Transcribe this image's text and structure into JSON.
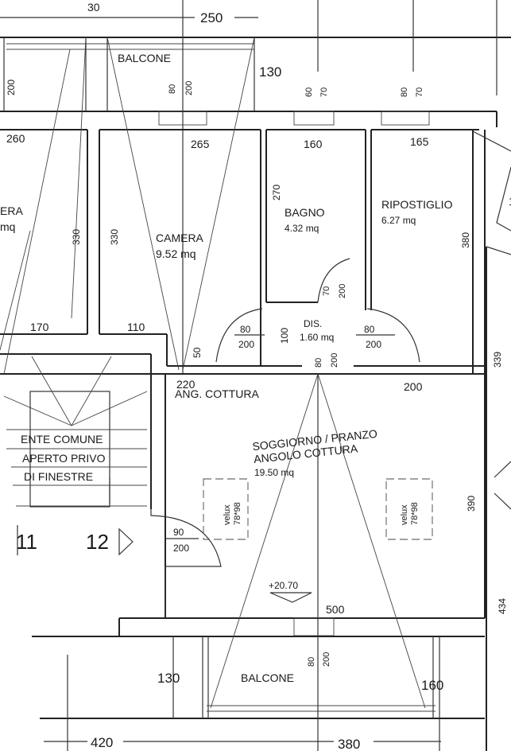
{
  "plan": {
    "ink_color": "#222222",
    "paper_color": "#ffffff",
    "rooms": {
      "balcone_top": "BALCONE",
      "camera_left_name": "ERA",
      "camera_left_area": "mq",
      "camera_name": "CAMERA",
      "camera_area": "9.52 mq",
      "bagno_name": "BAGNO",
      "bagno_area": "4.32 mq",
      "ripostiglio_name": "RIPOSTIGLIO",
      "ripostiglio_area": "6.27 mq",
      "dis_name": "DIS.",
      "dis_area": "1.60 mq",
      "ang_cottura": "ANG. COTTURA",
      "soggiorno_line1": "SOGGIORNO / PRANZO",
      "soggiorno_line2": "ANGOLO COTTURA",
      "soggiorno_area": "19.50 mq",
      "balcone_bottom": "BALCONE",
      "common_line1": "ENTE COMUNE",
      "common_line2": "APERTO PRIVO",
      "common_line3": "DI FINESTRE"
    },
    "dimensions": {
      "d30": "30",
      "d250": "250",
      "d130_top": "130",
      "d200_left": "200",
      "d80_win": "80",
      "d200_win": "200",
      "d60": "60",
      "d70_a": "70",
      "d80_b": "80",
      "d70_b": "70",
      "d260": "260",
      "d265": "265",
      "d160": "160",
      "d165": "165",
      "d270": "270",
      "d330_a": "330",
      "d330_b": "330",
      "d380_right": "380",
      "d170": "170",
      "d110": "110",
      "d50": "50",
      "d70_door": "70",
      "d200_door": "200",
      "d80_l": "80",
      "d200_l": "200",
      "d100": "100",
      "d80_r": "80",
      "d200_r": "200",
      "d80_c": "80",
      "d200_c": "200",
      "d220": "220",
      "d200_k": "200",
      "d339": "339",
      "d390": "390",
      "d90": "90",
      "d200_e": "200",
      "d500": "500",
      "d434": "434",
      "d80_bw": "80",
      "d200_bw": "200",
      "d130_bot": "130",
      "d160_bot": "160",
      "d420": "420",
      "d380_bot": "380",
      "d1_partial": "1"
    },
    "velux_left": "velux",
    "velux_left_size": "78*98",
    "velux_right": "velux",
    "velux_right_size": "78*98",
    "level": "+20.70",
    "stair_11": "11",
    "stair_12": "12"
  }
}
